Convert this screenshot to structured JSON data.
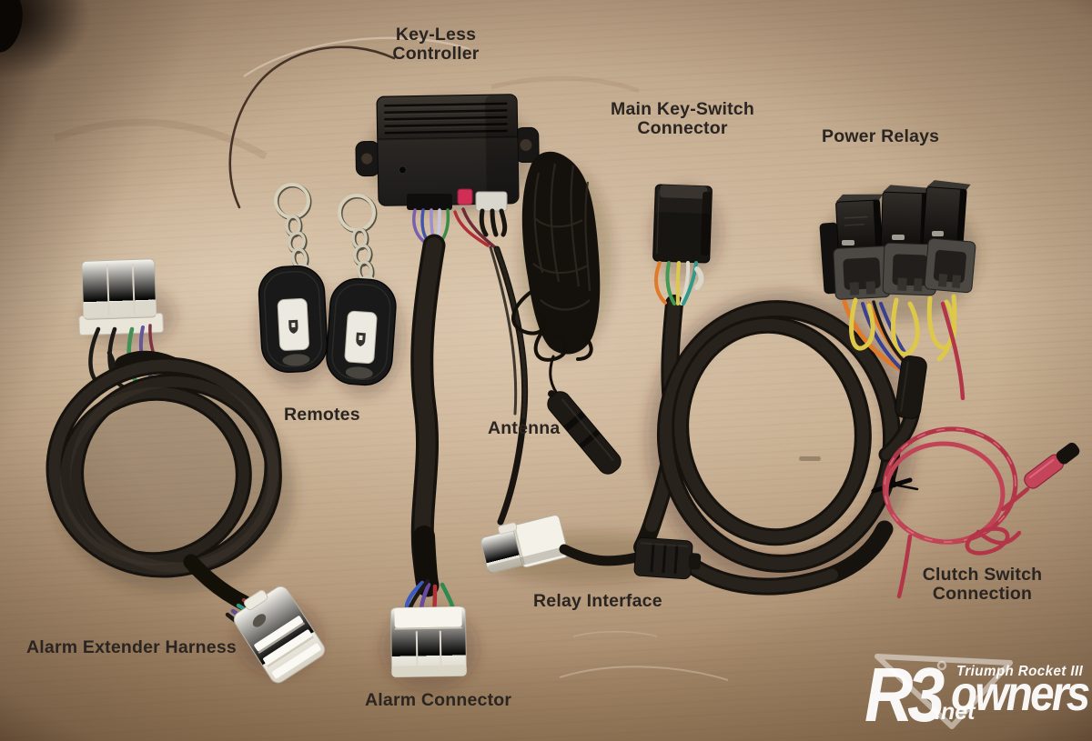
{
  "labels": {
    "keyless_controller": "Key-Less\nController",
    "main_key_switch_connector": "Main Key-Switch\nConnector",
    "power_relays": "Power Relays",
    "remotes": "Remotes",
    "antenna": "Antenna",
    "alarm_extender_harness": "Alarm Extender Harness",
    "alarm_connector": "Alarm Connector",
    "relay_interface": "Relay Interface",
    "clutch_switch_connection": "Clutch Switch\nConnection"
  },
  "watermark": {
    "brand_prefix": "R3",
    "brand_suffix": "owners",
    "tagline": "Triumph Rocket III",
    "domain_suffix": ".net"
  },
  "colors": {
    "label_text": "#2b2522",
    "watermark_text": "#ffffff",
    "wood_light": "#c9b295",
    "wood_dark": "#5f4a36",
    "cable_black": "#16120e",
    "wire_red": "#b23648",
    "wire_yellow": "#ddc84a",
    "wire_orange": "#e07a28",
    "wire_green": "#3f9a52",
    "wire_purple": "#6a5a9e",
    "wire_blue": "#3b5bc0",
    "connector_white": "#f2efe7"
  }
}
